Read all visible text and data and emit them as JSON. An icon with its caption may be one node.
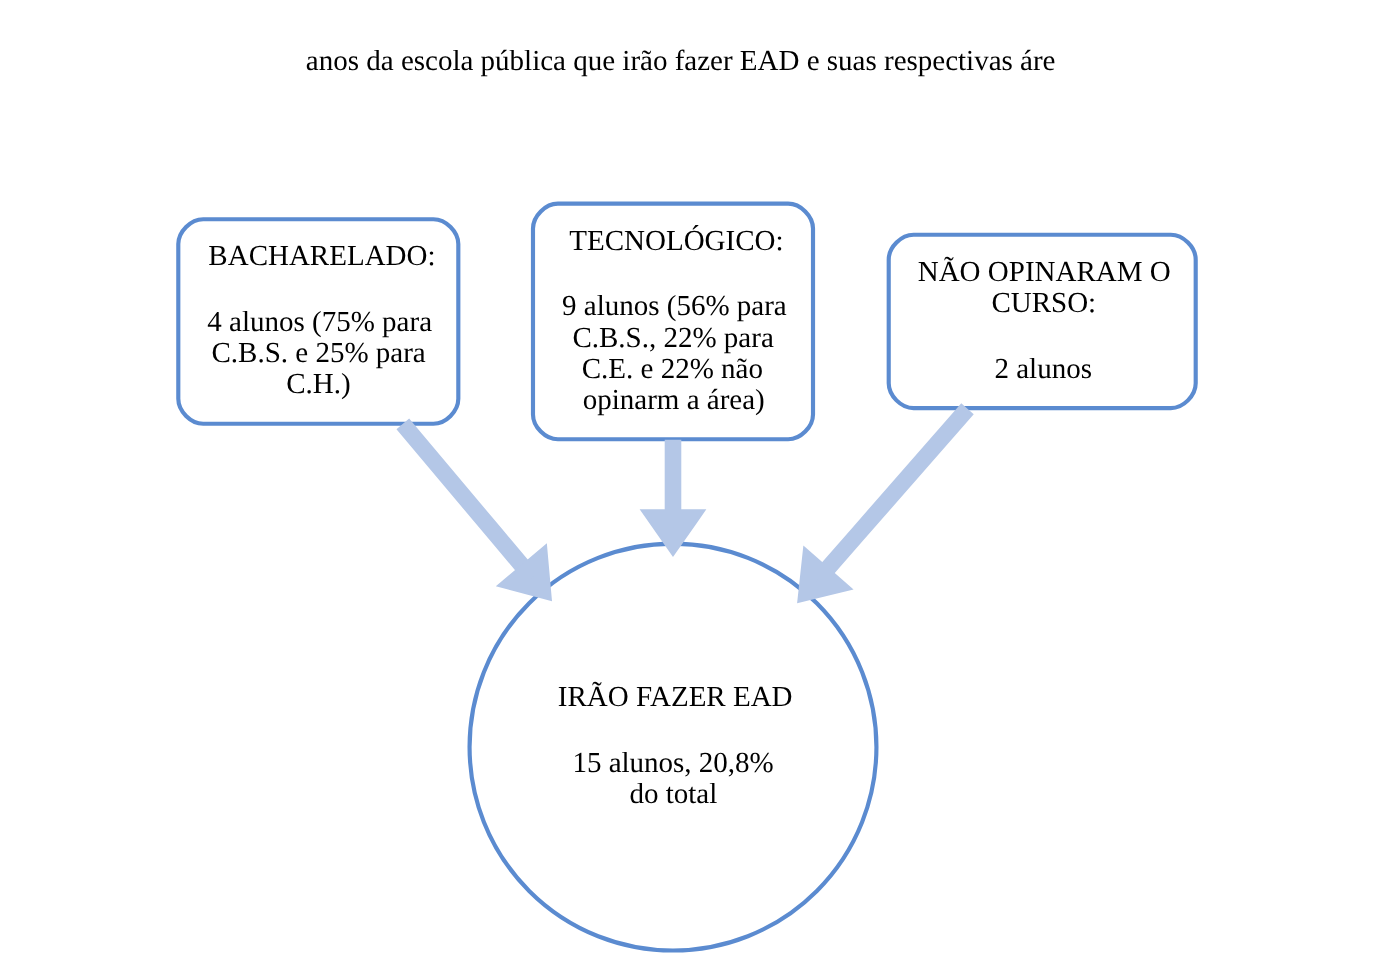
{
  "diagram": {
    "nodes": [
      {
        "text": [
          "TECNOLÓGICO:",
          "9 alunos (56% para C.B.S., 22% para C.E. e 22% não opinarm a área)"
        ]
      },
      {
        "text": [
          "BACHARELADO:",
          "4 alunos (75% para C.B.S. e 25% para C.H.)"
        ]
      },
      {
        "text": [
          "NÃO OPINARAM O CURSO:",
          "2 alunos"
        ]
      },
      {
        "text": [
          "IRÃO FAZER EAD",
          "15 alunos, 20,8% do total"
        ]
      }
    ],
    "edges": [
      {
        "from": 1,
        "to": 3,
        "arrow": "to"
      },
      {
        "from": 0,
        "to": 3,
        "arrow": "to"
      },
      {
        "from": 2,
        "to": 3,
        "arrow": "to"
      }
    ],
    "labels": [
      "anos da escola pública que irão fazer EAD e suas respectivas áre"
    ]
  }
}
